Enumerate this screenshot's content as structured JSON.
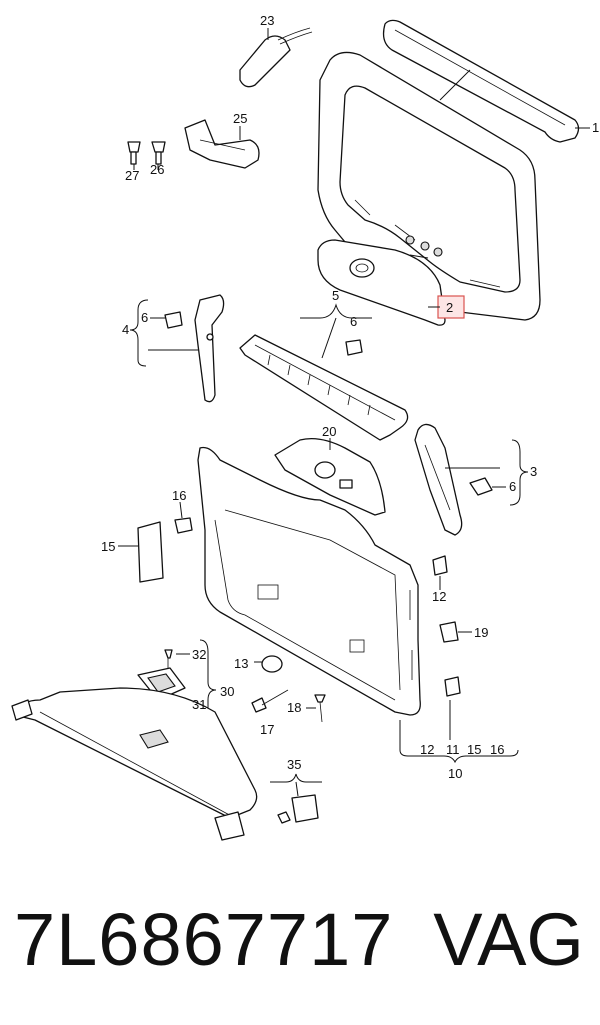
{
  "callouts": {
    "c1": "1",
    "c2": "2",
    "c3": "3",
    "c4": "4",
    "c5": "5",
    "c6a": "6",
    "c6b": "6",
    "c6c": "6",
    "c10": "10",
    "c10_12": "12",
    "c10_11": "11",
    "c10_15": "15",
    "c10_16": "16",
    "c12": "12",
    "c13": "13",
    "c15": "15",
    "c16": "16",
    "c17": "17",
    "c18": "18",
    "c19": "19",
    "c20": "20",
    "c23": "23",
    "c25": "25",
    "c26": "26",
    "c27": "27",
    "c30": "30",
    "c31": "31",
    "c32": "32",
    "c35": "35"
  },
  "footer": {
    "part_number": "7L6867717",
    "brand": "VAG"
  },
  "colors": {
    "highlight_border": "#d9534f",
    "highlight_fill": "#fde5e5"
  }
}
